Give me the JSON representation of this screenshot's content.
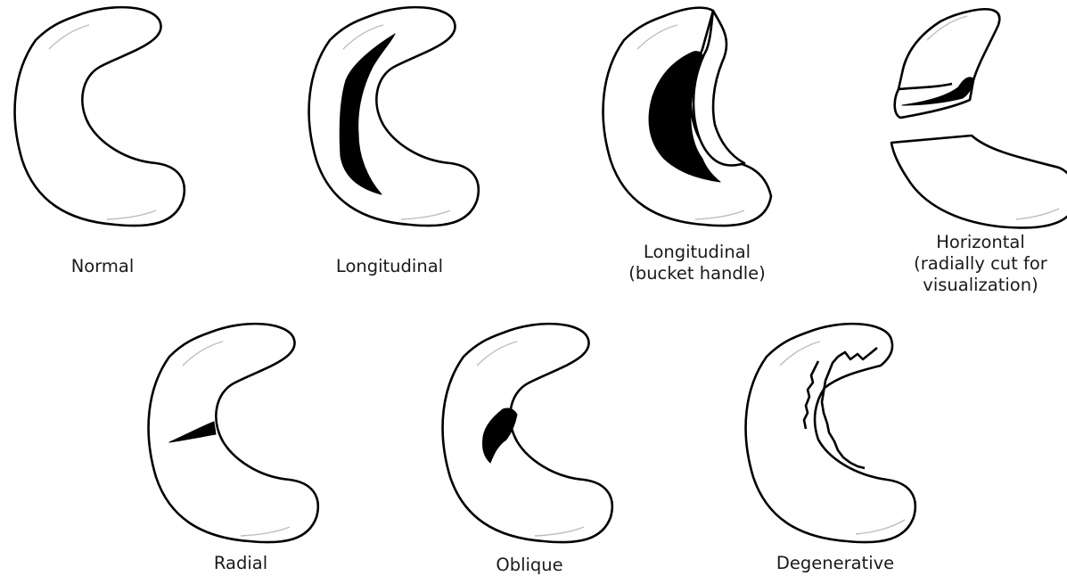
{
  "labels": {
    "normal": "Normal",
    "longitudinal": "Longitudinal",
    "bucket_line1": "Longitudinal",
    "bucket_line2": "(bucket handle)",
    "horizontal_line1": "Horizontal",
    "horizontal_line2": "(radially cut for",
    "horizontal_line3": "visualization)",
    "radial": "Radial",
    "oblique": "Oblique",
    "degenerative": "Degenerative"
  },
  "colors": {
    "outline": "#000000",
    "tear_fill": "#000000",
    "meniscus_fill": "#ffffff",
    "surface_texture": "#bdbdbd"
  }
}
